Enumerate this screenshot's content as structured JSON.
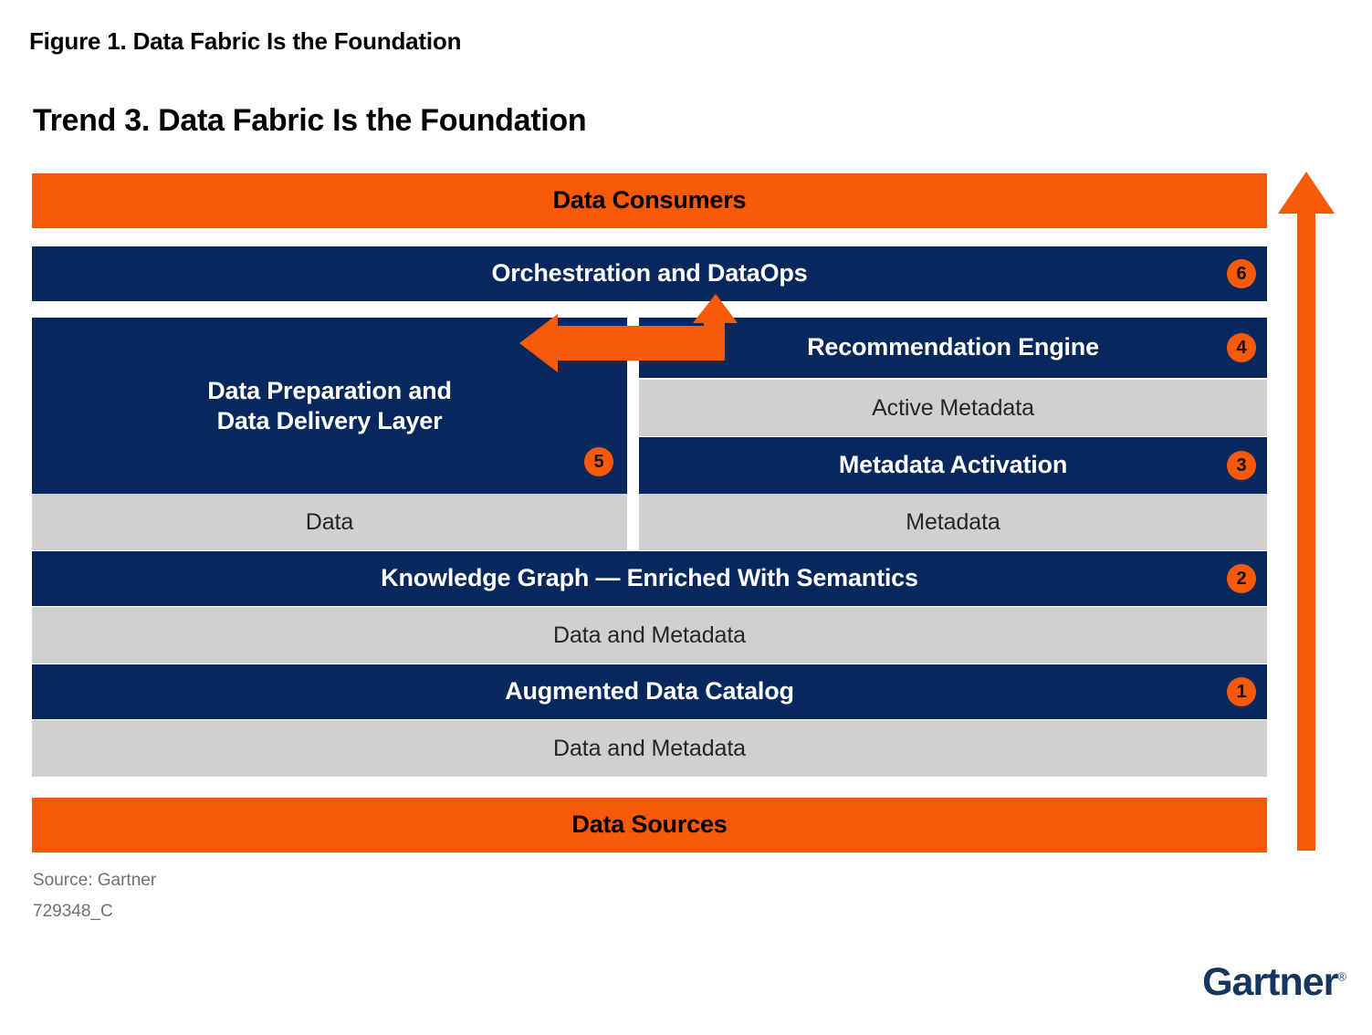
{
  "figure": {
    "caption": "Figure 1. Data Fabric Is the Foundation",
    "title": "Trend 3. Data Fabric Is the Foundation"
  },
  "diagram": {
    "top_band": {
      "label": "Data Consumers",
      "style": "orange"
    },
    "orchestration_band": {
      "label": "Orchestration and DataOps",
      "style": "navy",
      "badge": "6"
    },
    "left_column": {
      "main": {
        "label_line1": "Data Preparation and",
        "label_line2": "Data Delivery Layer",
        "style": "navy",
        "badge": "5"
      },
      "flow": {
        "label": "Data",
        "style": "gray"
      }
    },
    "right_column": {
      "recommendation": {
        "label": "Recommendation Engine",
        "style": "navy",
        "badge": "4"
      },
      "active_metadata": {
        "label": "Active Metadata",
        "style": "gray"
      },
      "metadata_activation": {
        "label": "Metadata Activation",
        "style": "navy",
        "badge": "3"
      },
      "flow": {
        "label": "Metadata",
        "style": "gray"
      }
    },
    "knowledge_graph": {
      "label": "Knowledge Graph — Enriched With Semantics",
      "style": "navy",
      "badge": "2"
    },
    "knowledge_graph_flow": {
      "label": "Data and Metadata",
      "style": "gray"
    },
    "augmented_catalog": {
      "label": "Augmented Data Catalog",
      "style": "navy",
      "badge": "1"
    },
    "augmented_catalog_flow": {
      "label": "Data and Metadata",
      "style": "gray"
    },
    "bottom_band": {
      "label": "Data Sources",
      "style": "orange"
    },
    "arrows": {
      "right_vertical": "up-arrow-icon",
      "center_l_shape": "left-and-up-arrow-icon"
    }
  },
  "footer": {
    "source": "Source: Gartner",
    "doc_id": "729348_C",
    "logo": "Gartner",
    "logo_mark": "®"
  },
  "colors": {
    "orange": "#f95a09",
    "navy": "#06285c",
    "gray": "#d0d0d2",
    "logo_navy": "#16355f",
    "footer_gray": "#707070"
  }
}
